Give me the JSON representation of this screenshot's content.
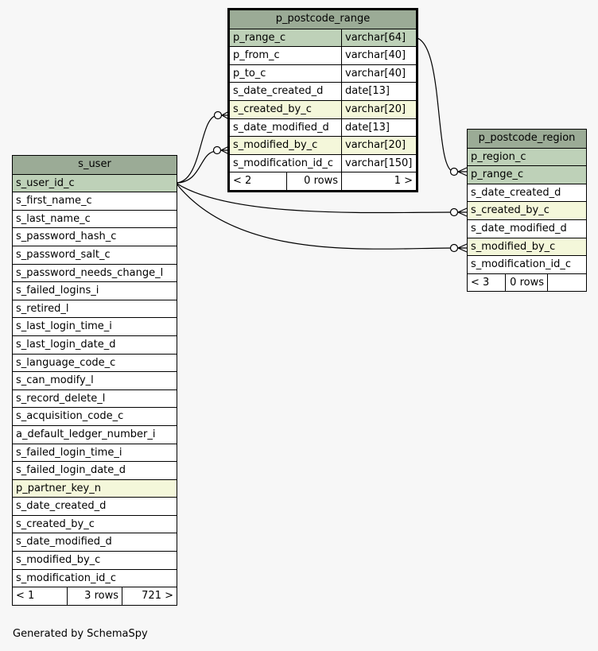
{
  "tables": {
    "p_postcode_range": {
      "name": "p_postcode_range",
      "columns": [
        {
          "name": "p_range_c",
          "type": "varchar[64]",
          "kind": "pk"
        },
        {
          "name": "p_from_c",
          "type": "varchar[40]",
          "kind": ""
        },
        {
          "name": "p_to_c",
          "type": "varchar[40]",
          "kind": ""
        },
        {
          "name": "s_date_created_d",
          "type": "date[13]",
          "kind": ""
        },
        {
          "name": "s_created_by_c",
          "type": "varchar[20]",
          "kind": "fk"
        },
        {
          "name": "s_date_modified_d",
          "type": "date[13]",
          "kind": ""
        },
        {
          "name": "s_modified_by_c",
          "type": "varchar[20]",
          "kind": "fk"
        },
        {
          "name": "s_modification_id_c",
          "type": "varchar[150]",
          "kind": ""
        }
      ],
      "footer": {
        "parents": "< 2",
        "rows": "0 rows",
        "children": "1 >"
      }
    },
    "p_postcode_region": {
      "name": "p_postcode_region",
      "columns": [
        {
          "name": "p_region_c",
          "kind": "pk"
        },
        {
          "name": "p_range_c",
          "kind": "pk"
        },
        {
          "name": "s_date_created_d",
          "kind": ""
        },
        {
          "name": "s_created_by_c",
          "kind": "fk"
        },
        {
          "name": "s_date_modified_d",
          "kind": ""
        },
        {
          "name": "s_modified_by_c",
          "kind": "fk"
        },
        {
          "name": "s_modification_id_c",
          "kind": ""
        }
      ],
      "footer": {
        "parents": "< 3",
        "rows": "0 rows",
        "children": ""
      }
    },
    "s_user": {
      "name": "s_user",
      "columns": [
        {
          "name": "s_user_id_c",
          "kind": "pk"
        },
        {
          "name": "s_first_name_c",
          "kind": ""
        },
        {
          "name": "s_last_name_c",
          "kind": ""
        },
        {
          "name": "s_password_hash_c",
          "kind": ""
        },
        {
          "name": "s_password_salt_c",
          "kind": ""
        },
        {
          "name": "s_password_needs_change_l",
          "kind": ""
        },
        {
          "name": "s_failed_logins_i",
          "kind": ""
        },
        {
          "name": "s_retired_l",
          "kind": ""
        },
        {
          "name": "s_last_login_time_i",
          "kind": ""
        },
        {
          "name": "s_last_login_date_d",
          "kind": ""
        },
        {
          "name": "s_language_code_c",
          "kind": ""
        },
        {
          "name": "s_can_modify_l",
          "kind": ""
        },
        {
          "name": "s_record_delete_l",
          "kind": ""
        },
        {
          "name": "s_acquisition_code_c",
          "kind": ""
        },
        {
          "name": "a_default_ledger_number_i",
          "kind": ""
        },
        {
          "name": "s_failed_login_time_i",
          "kind": ""
        },
        {
          "name": "s_failed_login_date_d",
          "kind": ""
        },
        {
          "name": "p_partner_key_n",
          "kind": "fk"
        },
        {
          "name": "s_date_created_d",
          "kind": ""
        },
        {
          "name": "s_created_by_c",
          "kind": ""
        },
        {
          "name": "s_date_modified_d",
          "kind": ""
        },
        {
          "name": "s_modified_by_c",
          "kind": ""
        },
        {
          "name": "s_modification_id_c",
          "kind": ""
        }
      ],
      "footer": {
        "parents": "< 1",
        "rows": "3 rows",
        "children": "721 >"
      }
    }
  },
  "credit": "Generated by SchemaSpy"
}
